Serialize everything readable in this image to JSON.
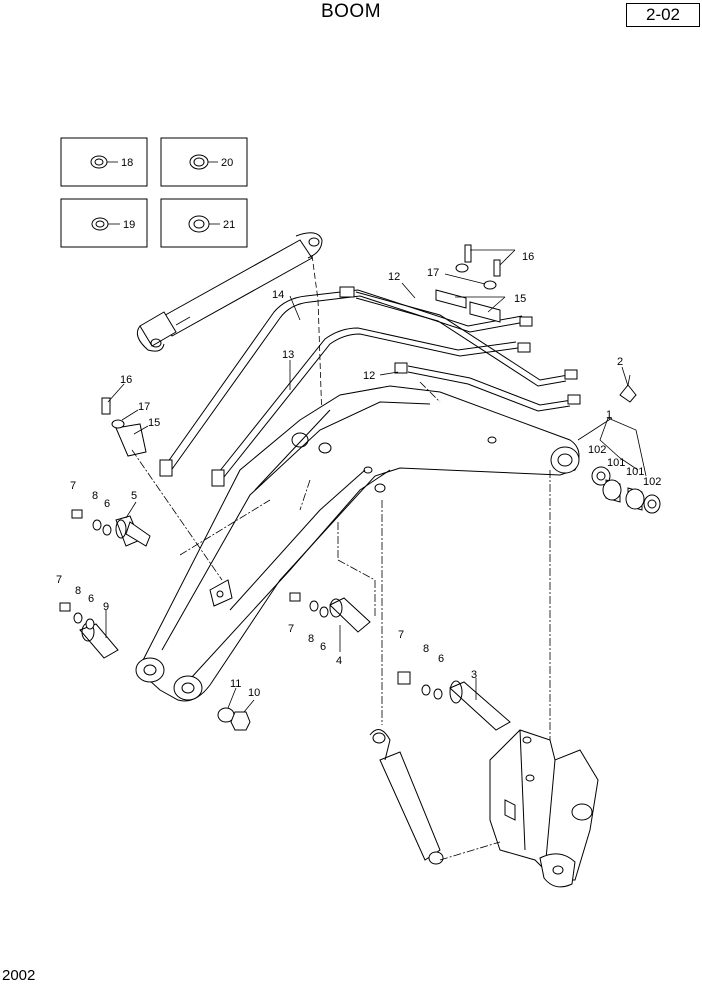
{
  "header": {
    "title": "BOOM",
    "page_number": "2-02"
  },
  "footer": {
    "drawing_code": "2002"
  },
  "inset_boxes": [
    {
      "label": "18"
    },
    {
      "label": "20"
    },
    {
      "label": "19"
    },
    {
      "label": "21"
    }
  ],
  "callouts": {
    "c1": "1",
    "c2": "2",
    "c3": "3",
    "c4": "4",
    "c5": "5",
    "c6a": "6",
    "c6b": "6",
    "c6c": "6",
    "c6d": "6",
    "c7a": "7",
    "c7b": "7",
    "c7c": "7",
    "c7d": "7",
    "c8a": "8",
    "c8b": "8",
    "c8c": "8",
    "c8d": "8",
    "c9": "9",
    "c10": "10",
    "c11": "11",
    "c12a": "12",
    "c12b": "12",
    "c13": "13",
    "c14": "14",
    "c15a": "15",
    "c15b": "15",
    "c16a": "16",
    "c16b": "16",
    "c17a": "17",
    "c17b": "17",
    "c101a": "101",
    "c101b": "101",
    "c102a": "102",
    "c102b": "102"
  }
}
